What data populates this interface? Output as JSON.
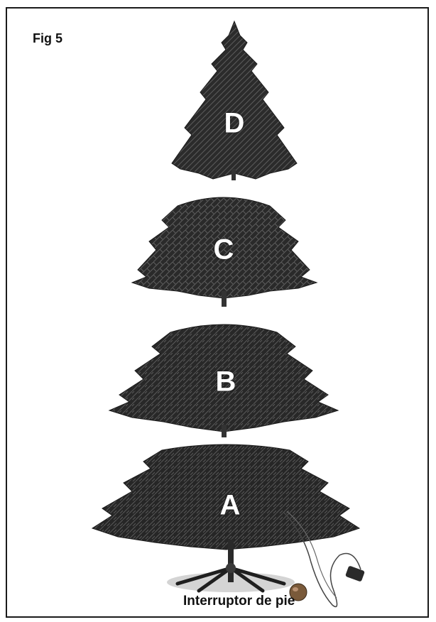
{
  "figure": {
    "label": "Fig 5",
    "caption": "Interruptor de pie"
  },
  "sections": [
    {
      "id": "D",
      "letter": "D"
    },
    {
      "id": "C",
      "letter": "C"
    },
    {
      "id": "B",
      "letter": "B"
    },
    {
      "id": "A",
      "letter": "A"
    }
  ],
  "colors": {
    "foliage_dark": "#1f1f1f",
    "foliage_mid": "#3a3a3a",
    "foliage_light": "#6e6e6e",
    "frame_border": "#1a1a1a",
    "letter_fill": "#ffffff"
  }
}
